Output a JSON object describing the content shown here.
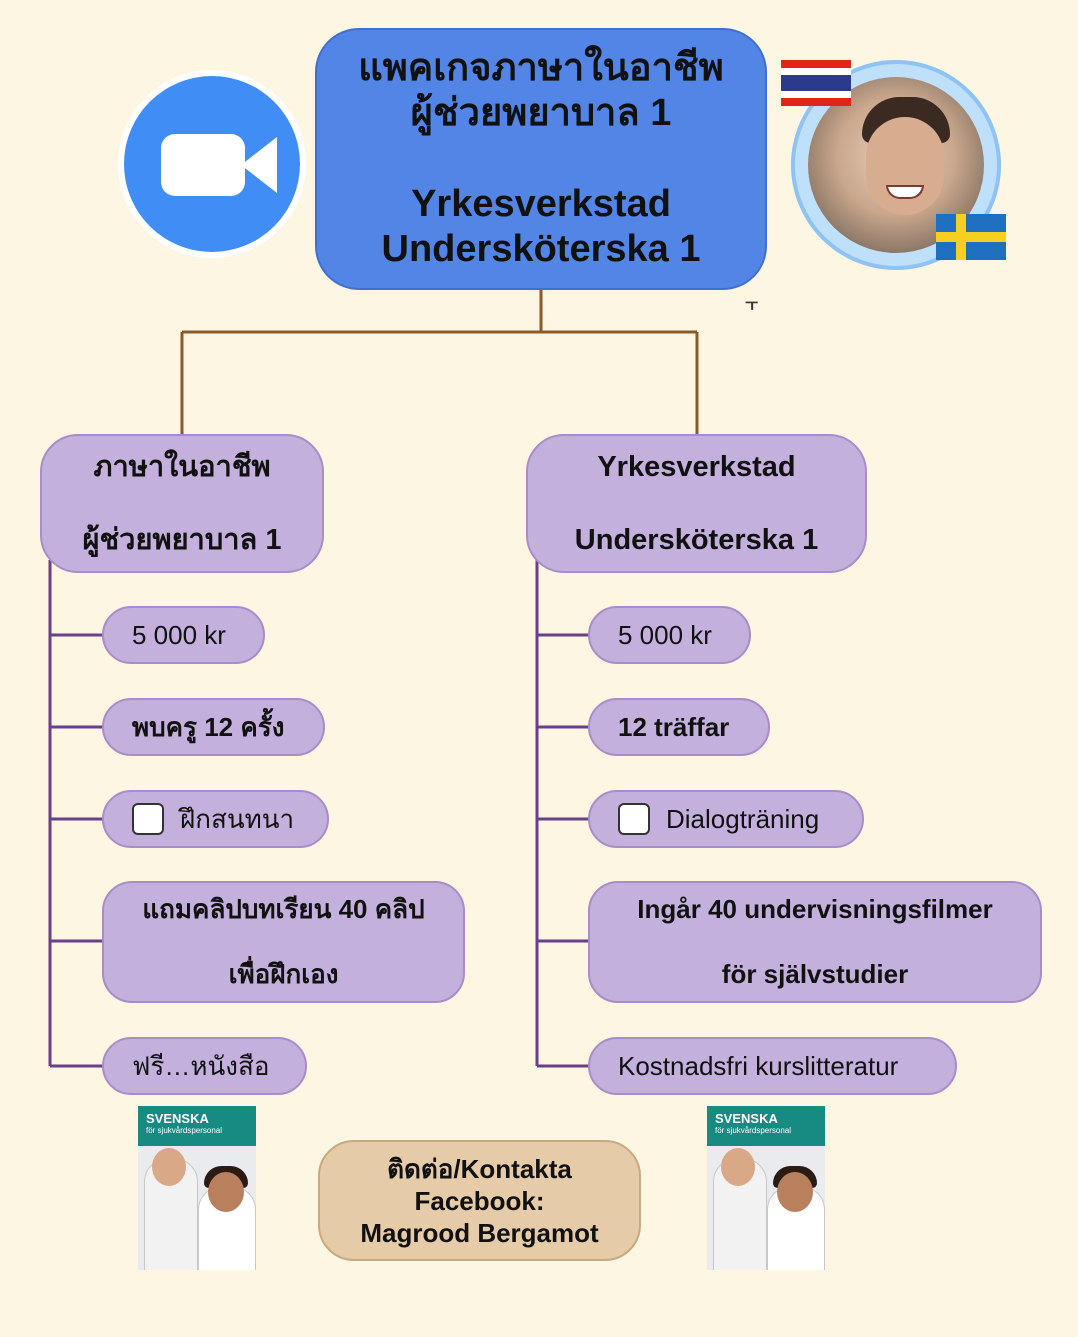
{
  "root": {
    "line1": "แพคเกจภาษาในอาชีพ",
    "line2": "ผู้ช่วยพยาบาล 1",
    "line3": "Yrkesverkstad",
    "line4": "Undersköterska 1"
  },
  "fold_symbol": "⫟",
  "icons": {
    "zoom": "video-camera-icon",
    "flag_thailand": "thailand-flag-icon",
    "flag_sweden": "sweden-flag-icon"
  },
  "left_branch": {
    "title_line1": "ภาษาในอาชีพ",
    "title_line2": "ผู้ช่วยพยาบาล 1",
    "items": [
      {
        "text": "5 000 kr"
      },
      {
        "text": "พบครู 12 ครั้ง"
      },
      {
        "text": "ฝึกสนทนา",
        "checkbox": true
      },
      {
        "line1": "แถมคลิปบทเรียน 40 คลิป",
        "line2": "เพื่อฝึกเอง"
      },
      {
        "text": "ฟรี…หนังสือ"
      }
    ]
  },
  "right_branch": {
    "title_line1": "Yrkesverkstad",
    "title_line2": "Undersköterska 1",
    "items": [
      {
        "text": "5 000 kr"
      },
      {
        "text": "12 träffar"
      },
      {
        "text": "Dialogträning",
        "checkbox": true
      },
      {
        "line1": "Ingår 40 undervisningsfilmer",
        "line2": "för självstudier"
      },
      {
        "text": "Kostnadsfri kurslitteratur"
      }
    ]
  },
  "book": {
    "title": "SVENSKA",
    "subtitle": "för sjukvårdspersonal"
  },
  "contact": {
    "line1": "ติดต่อ/Kontakta",
    "line2": "Facebook:",
    "line3": "Magrood Bergamot"
  },
  "colors": {
    "background": "#fdf6e2",
    "root": "#5285e6",
    "branch": "#c3b0dc",
    "connector_root": "#8a5a2b",
    "connector_branch": "#6a3f8c",
    "contact": "#e6cba8"
  }
}
